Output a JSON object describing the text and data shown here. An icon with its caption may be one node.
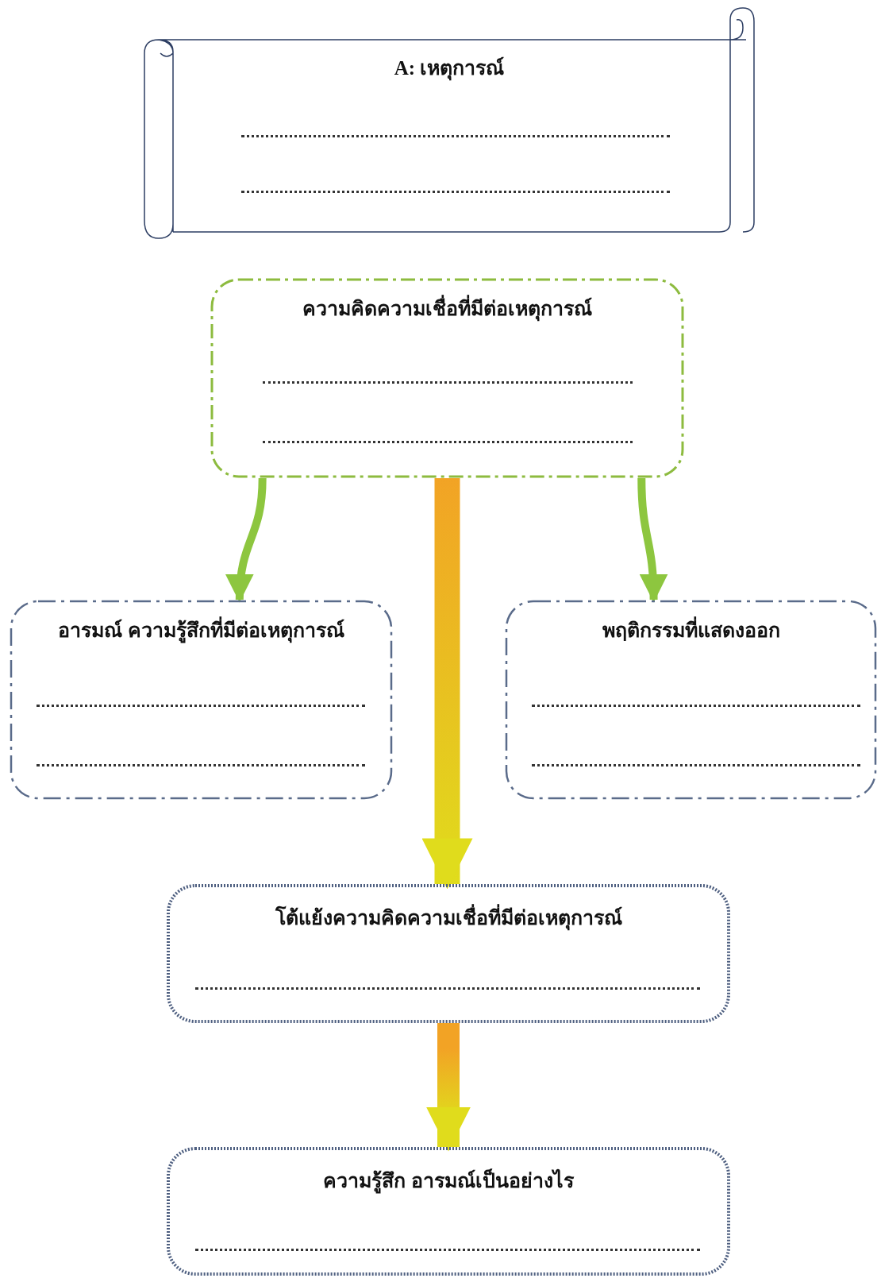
{
  "diagram": {
    "nodes": [
      {
        "text": [
          "A: เหตุการณ์"
        ]
      },
      {
        "text": [
          "ความคิดความเชื่อที่มีต่อเหตุการณ์"
        ]
      },
      {
        "text": [
          "อารมณ์ ความรู้สึกที่มีต่อเหตุการณ์"
        ]
      },
      {
        "text": [
          "พฤติกรรมที่แสดงออก"
        ]
      },
      {
        "text": [
          "โต้แย้งความคิดความเชื่อที่มีต่อเหตุการณ์"
        ]
      },
      {
        "text": [
          "ความรู้สึก อารมณ์เป็นอย่างไร"
        ]
      }
    ],
    "edges": [
      {
        "from": 1,
        "to": 2,
        "arrow": "to",
        "color": "#8dc63f"
      },
      {
        "from": 1,
        "to": 3,
        "arrow": "to",
        "color": "#8dc63f"
      },
      {
        "from": 1,
        "to": 4,
        "arrow": "to",
        "style": "thick"
      },
      {
        "from": 4,
        "to": 5,
        "arrow": "to",
        "style": "thick"
      }
    ]
  }
}
